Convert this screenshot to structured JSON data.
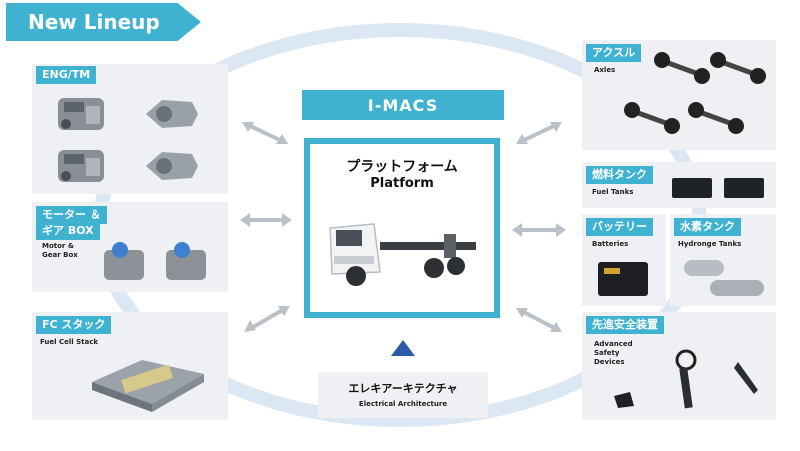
{
  "banner": {
    "label": "New Lineup"
  },
  "center": {
    "imacs_label": "I-MACS",
    "platform_jp": "プラットフォーム",
    "platform_en": "Platform"
  },
  "electrical": {
    "jp": "エレキアーキテクチャ",
    "en": "Electrical Architecture"
  },
  "left": {
    "eng": {
      "tag": "ENG/TM"
    },
    "motor": {
      "tag_line1": "モーター ＆",
      "tag_line2": "ギア BOX",
      "sub_line1": "Motor &",
      "sub_line2": "Gear Box"
    },
    "fc": {
      "tag": "FC スタック",
      "sub": "Fuel Cell Stack"
    }
  },
  "right": {
    "axle": {
      "tag": "アクスル",
      "sub": "Axles"
    },
    "fuel": {
      "tag": "燃料タンク",
      "sub": "Fuel Tanks"
    },
    "battery": {
      "tag": "バッテリー",
      "sub": "Batteries"
    },
    "hydrogen": {
      "tag": "水素タンク",
      "sub": "Hydronge Tanks"
    },
    "safety": {
      "tag": "先進安全装置",
      "sub_line1": "Advanced",
      "sub_line2": "Safety",
      "sub_line3": "Devices"
    }
  },
  "colors": {
    "accent": "#3fb2d2",
    "ring": "#dbe7f3",
    "panel": "#eef0f3",
    "triangle": "#2b5aa6",
    "arrow": "#b9c0c8"
  }
}
